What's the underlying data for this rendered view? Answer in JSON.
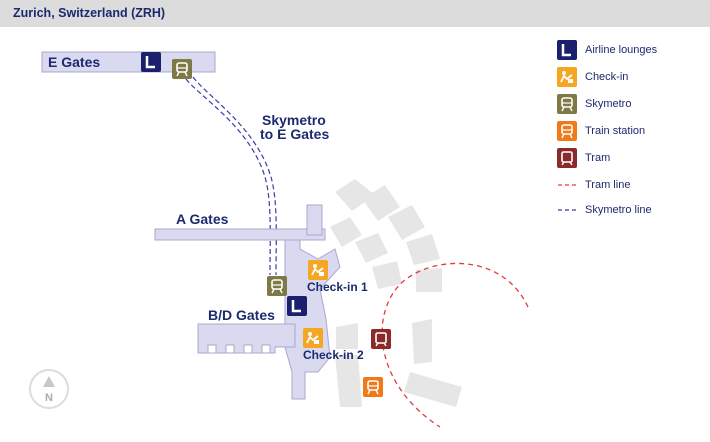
{
  "header": {
    "title": "Zurich, Switzerland (ZRH)"
  },
  "map": {
    "areas": {
      "e_gates": "E Gates",
      "a_gates": "A Gates",
      "bd_gates": "B/D Gates",
      "skymetro_line1": "Skymetro",
      "skymetro_line2": "to E Gates",
      "checkin_1": "Check-in 1",
      "checkin_2": "Check-in 2"
    },
    "compass": {
      "north": "N"
    }
  },
  "legend": {
    "items": [
      {
        "icon": "airline-lounge-icon",
        "label": "Airline lounges",
        "color": "#1a1f6e"
      },
      {
        "icon": "check-in-icon",
        "label": "Check-in",
        "color": "#f5a623"
      },
      {
        "icon": "skymetro-icon",
        "label": "Skymetro",
        "color": "#7d7a45"
      },
      {
        "icon": "train-station-icon",
        "label": "Train station",
        "color": "#f07a1a"
      },
      {
        "icon": "tram-icon",
        "label": "Tram",
        "color": "#8b2a2a"
      },
      {
        "icon": "tram-line",
        "label": "Tram line",
        "color": "#e03c3c"
      },
      {
        "icon": "skymetro-line",
        "label": "Skymetro line",
        "color": "#3a3a9e"
      }
    ]
  },
  "colors": {
    "terminal": "#d9d9ef",
    "terminal_border": "#a9a9cf",
    "apron": "#e6e6e6",
    "text": "#1c2a6e"
  }
}
